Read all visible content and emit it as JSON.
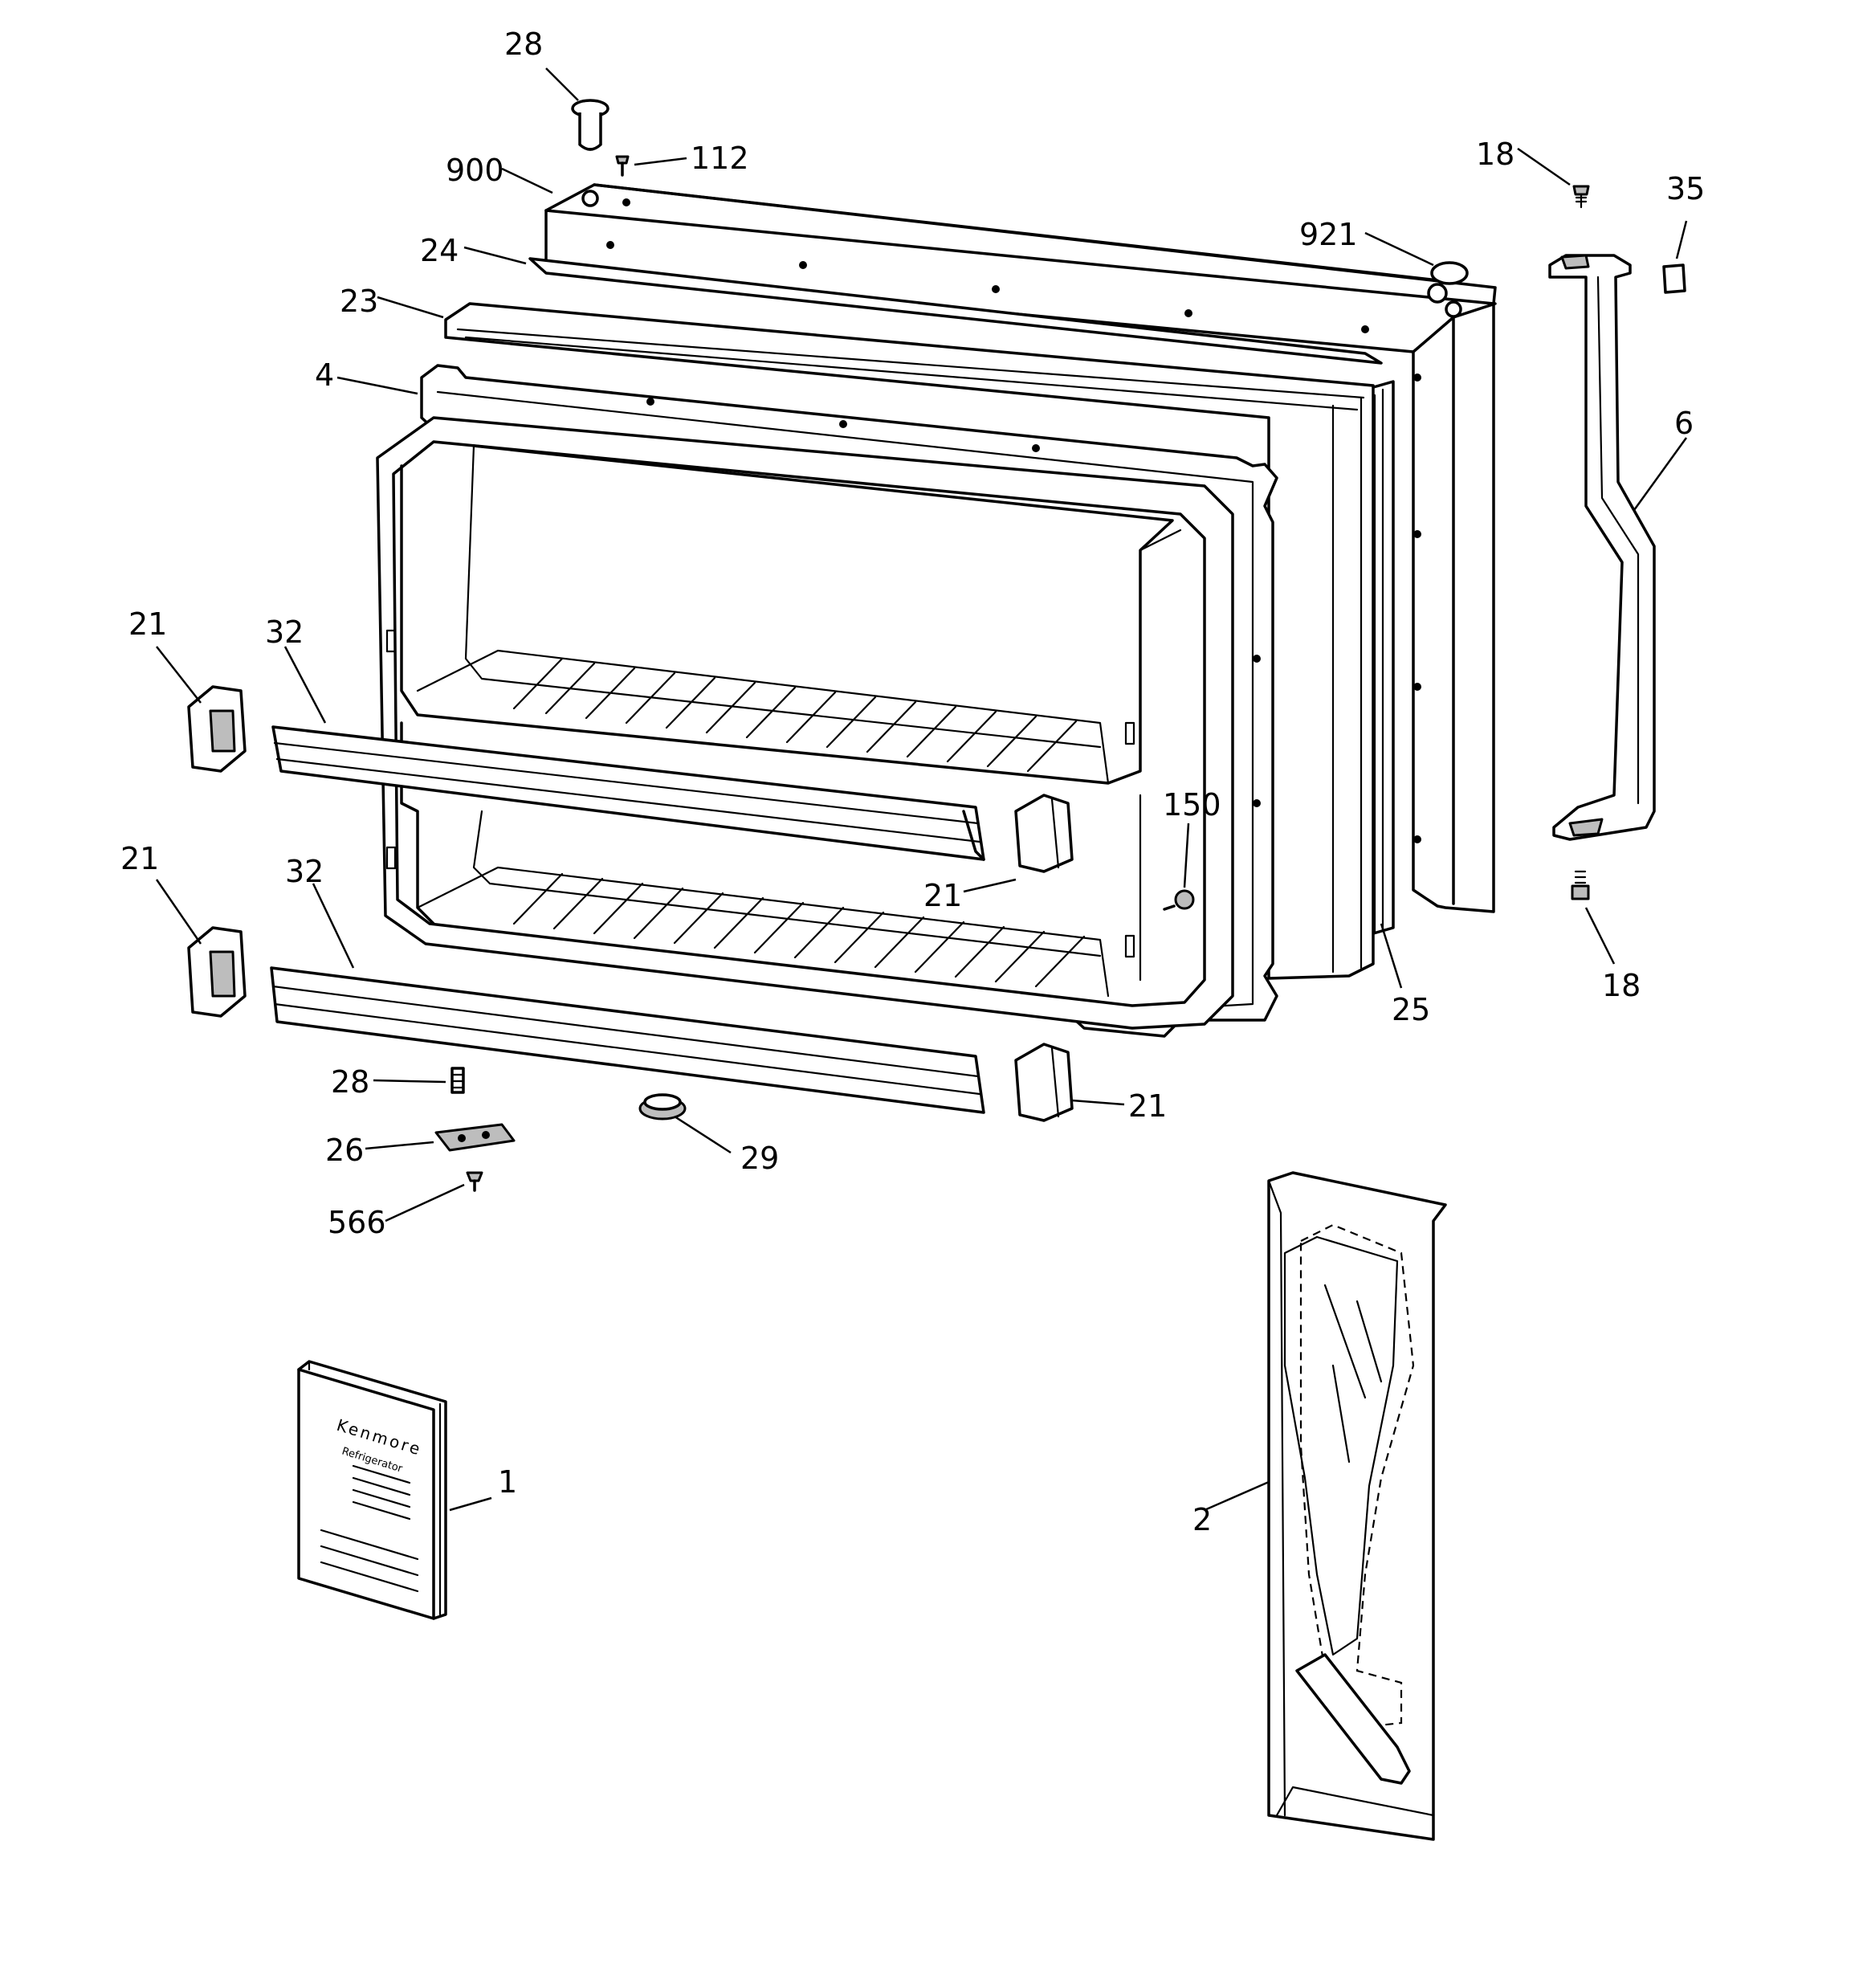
{
  "callouts": {
    "c28_top": "28",
    "c112": "112",
    "c900": "900",
    "c24": "24",
    "c23": "23",
    "c4": "4",
    "c921": "921",
    "c18_top": "18",
    "c35": "35",
    "c6": "6",
    "c21_left_upper": "21",
    "c32_upper": "32",
    "c21_left_lower": "21",
    "c32_lower": "32",
    "c150": "150",
    "c21_mid": "21",
    "c25": "25",
    "c18_bottom": "18",
    "c28_bottom": "28",
    "c26": "26",
    "c29": "29",
    "c21_right": "21",
    "c566": "566",
    "c1": "1",
    "c2": "2"
  },
  "manual": {
    "brand": "Kenmore",
    "subtitle": "Refrigerator"
  }
}
